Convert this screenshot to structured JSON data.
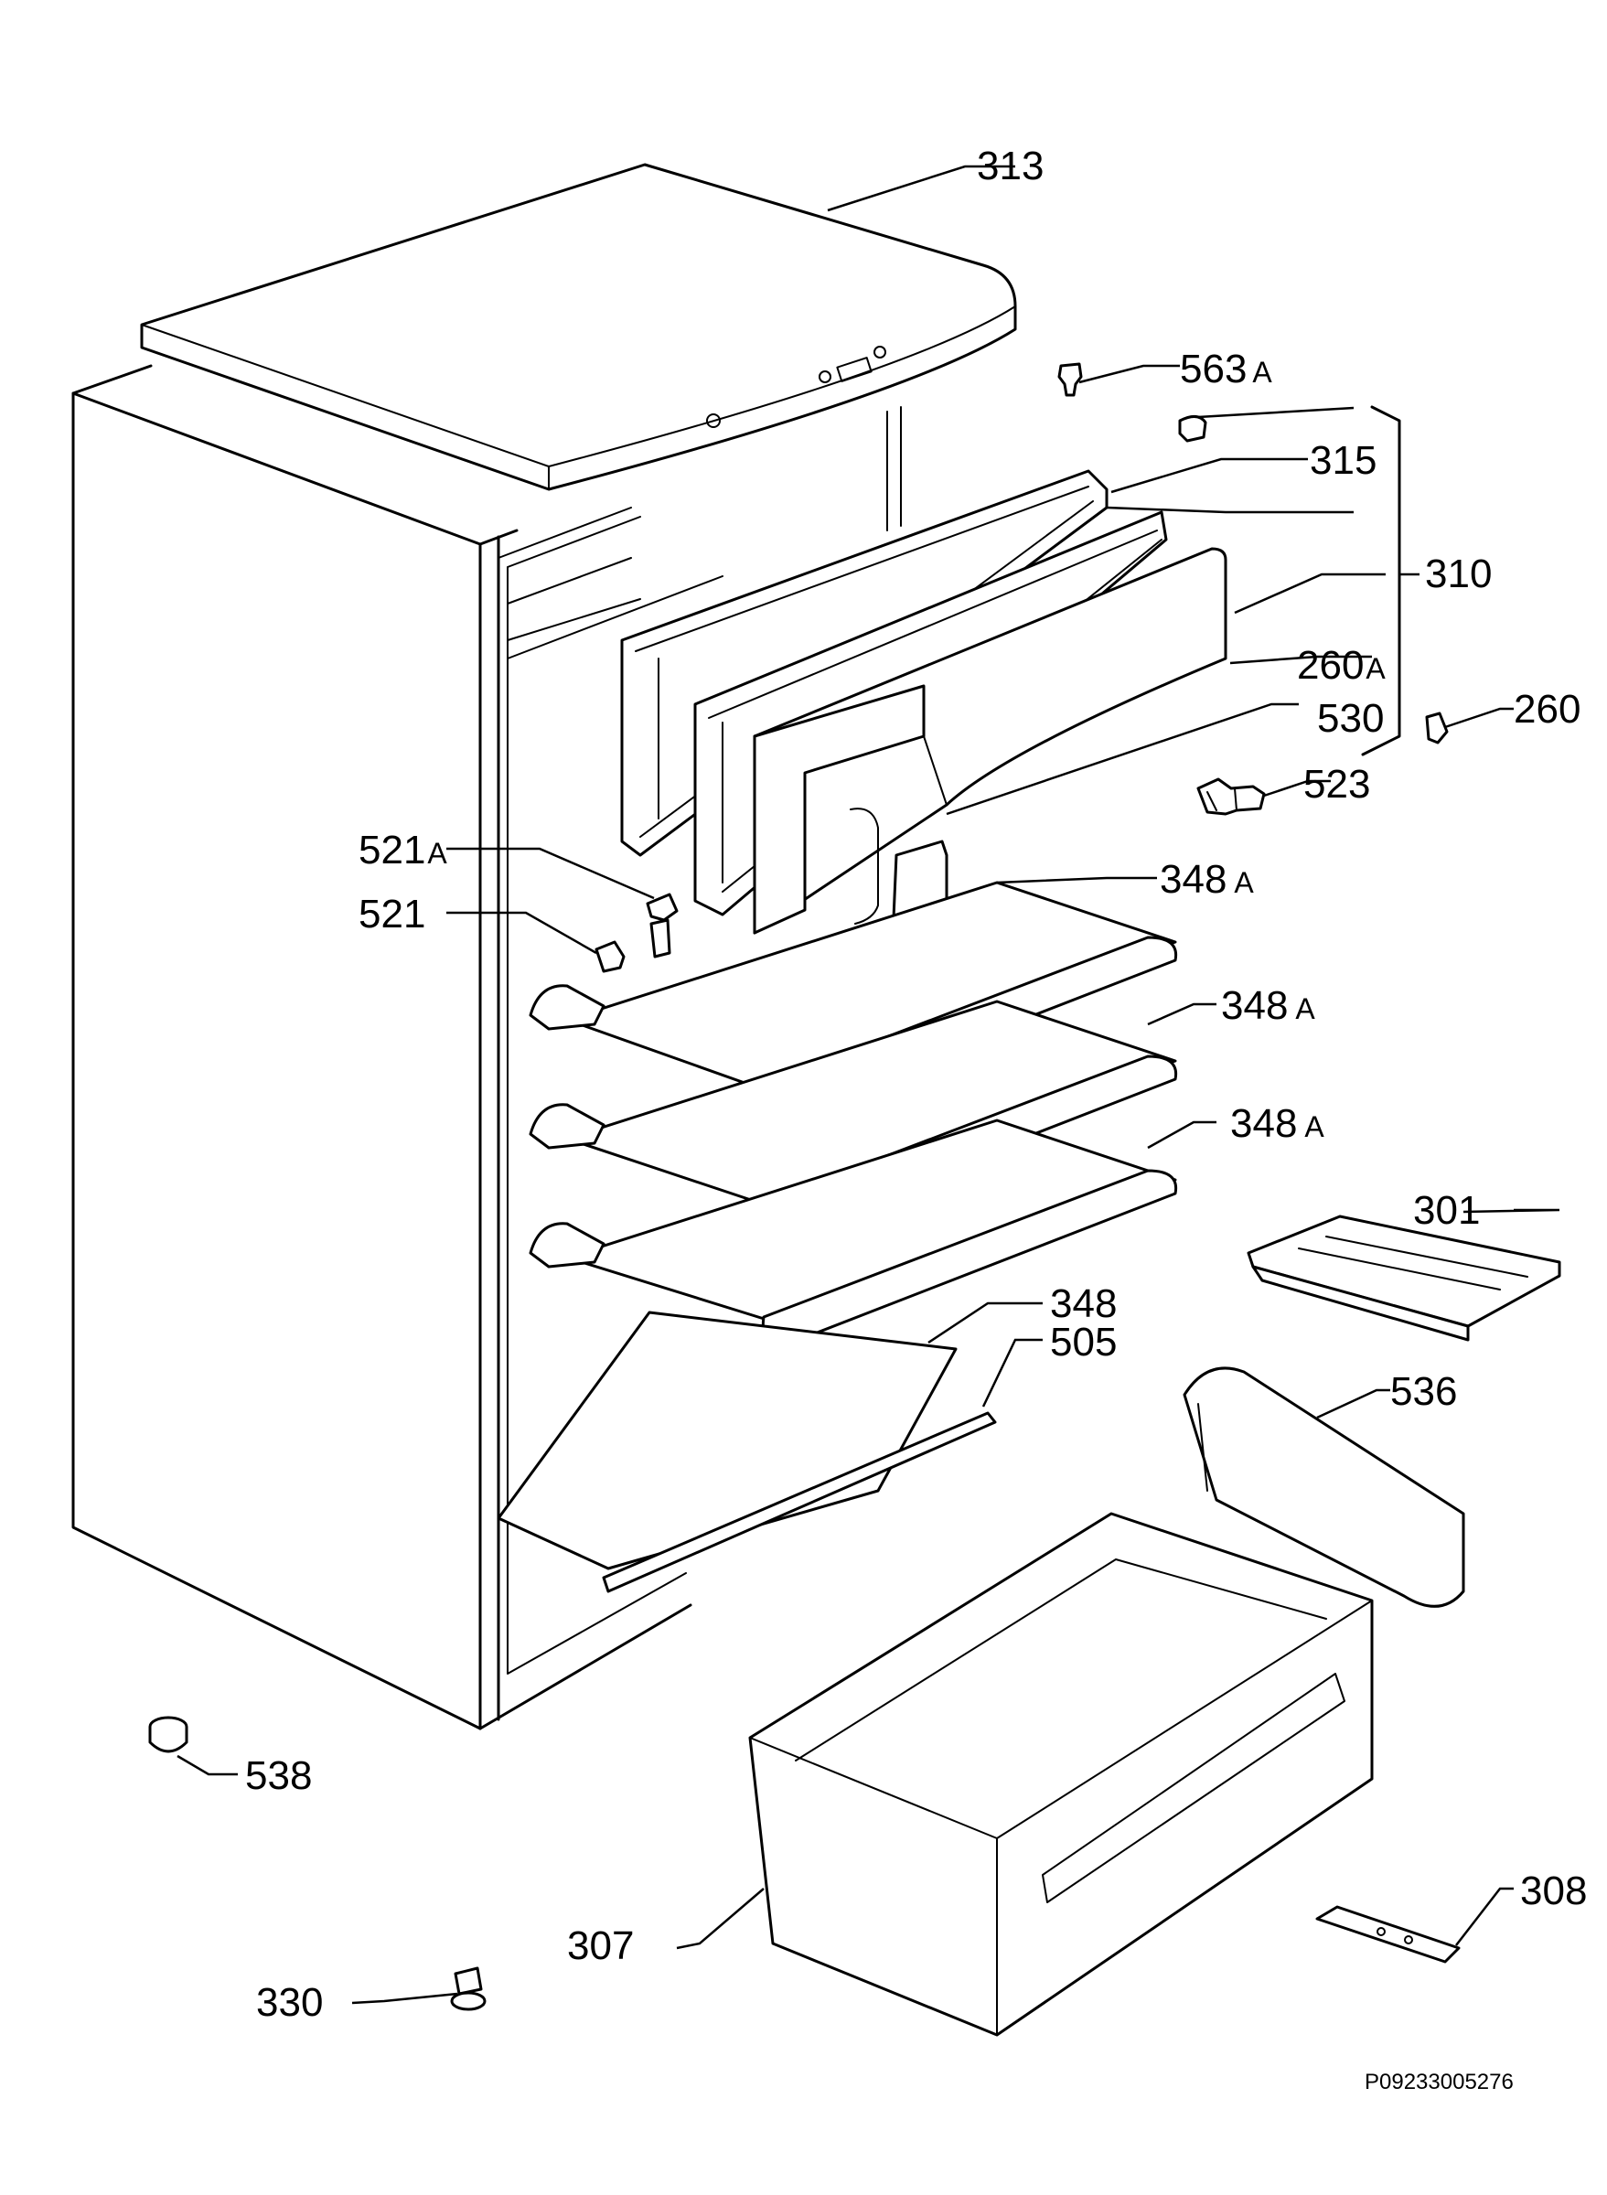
{
  "part_labels": {
    "p313": {
      "num": "313",
      "suffix": ""
    },
    "p563a": {
      "num": "563",
      "suffix": "A"
    },
    "p315": {
      "num": "315",
      "suffix": ""
    },
    "p310": {
      "num": "310",
      "suffix": ""
    },
    "p260a": {
      "num": "260",
      "suffix": "A"
    },
    "p260": {
      "num": "260",
      "suffix": ""
    },
    "p530": {
      "num": "530",
      "suffix": ""
    },
    "p523": {
      "num": "523",
      "suffix": ""
    },
    "p521a": {
      "num": "521",
      "suffix": "A"
    },
    "p521": {
      "num": "521",
      "suffix": ""
    },
    "p348a_1": {
      "num": "348",
      "suffix": "A"
    },
    "p348a_2": {
      "num": "348",
      "suffix": "A"
    },
    "p348a_3": {
      "num": "348",
      "suffix": "A"
    },
    "p301": {
      "num": "301",
      "suffix": ""
    },
    "p348": {
      "num": "348",
      "suffix": ""
    },
    "p505": {
      "num": "505",
      "suffix": ""
    },
    "p536": {
      "num": "536",
      "suffix": ""
    },
    "p538": {
      "num": "538",
      "suffix": ""
    },
    "p307": {
      "num": "307",
      "suffix": ""
    },
    "p308": {
      "num": "308",
      "suffix": ""
    },
    "p330": {
      "num": "330",
      "suffix": ""
    }
  },
  "drawing_ref": "P09233005276"
}
